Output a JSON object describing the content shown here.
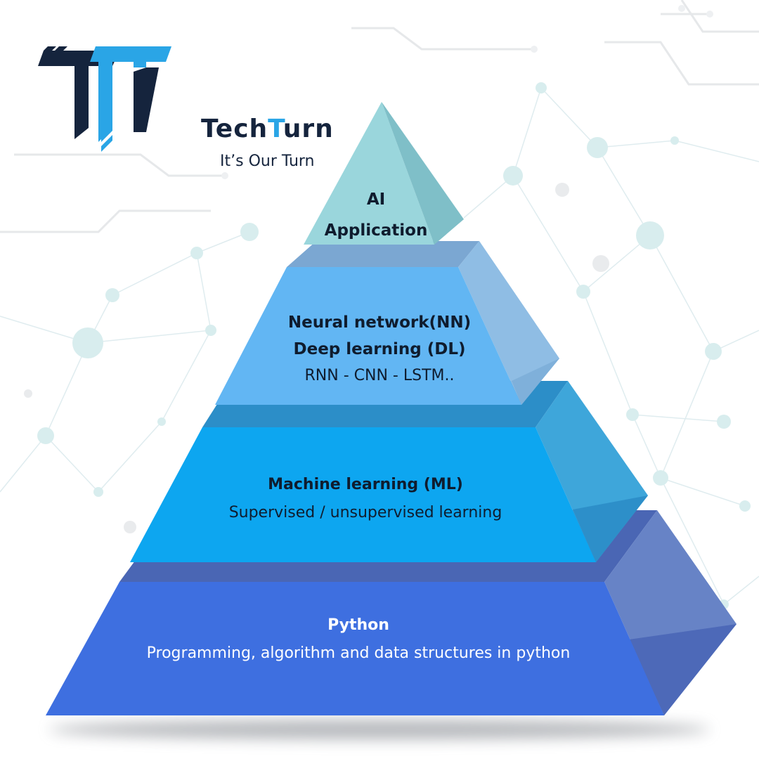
{
  "brand": {
    "name_part1": "Tech",
    "name_letter": "T",
    "name_part2": "urn",
    "tagline": "It’s Our Turn",
    "colors": {
      "dark": "#15243d",
      "accent": "#2aa5e6"
    },
    "logo_icon": "tt-monogram-icon"
  },
  "pyramid": {
    "tiers": [
      {
        "lines": [
          "AI",
          "Application"
        ],
        "color": "#9ad6dc"
      },
      {
        "lines": [
          "Neural network(NN)",
          "Deep learning (DL)",
          "RNN - CNN - LSTM.."
        ],
        "color": "#62b6f3"
      },
      {
        "lines": [
          "Machine learning (ML)",
          "Supervised / unsupervised learning"
        ],
        "color": "#0da6f0"
      },
      {
        "lines": [
          "Python",
          "Programming, algorithm and data structures in python"
        ],
        "color": "#3e6fe0"
      }
    ]
  }
}
